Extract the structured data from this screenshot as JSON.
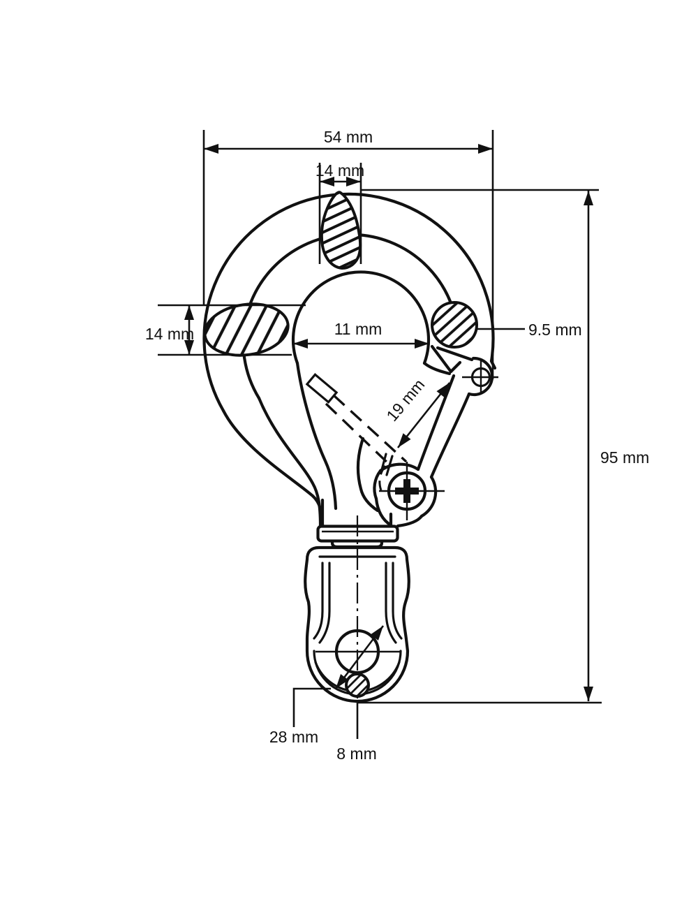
{
  "diagram": {
    "type": "technical-drawing",
    "subject": "Safety snap hook with spring latch, dimensioned orthographic view with hatched cross-sections",
    "units": "mm",
    "line_color": "#111111",
    "background_color": "#ffffff",
    "hatched_sections": [
      "top-body-cross-section",
      "left-body-cross-section",
      "tip-cross-section",
      "eye-bar-cross-section"
    ],
    "dimensions": {
      "overall_width": {
        "label": "54 mm",
        "value": 54,
        "orientation": "horizontal"
      },
      "top_section_width": {
        "label": "14 mm",
        "value": 14,
        "orientation": "horizontal"
      },
      "left_section_height": {
        "label": "14 mm",
        "value": 14,
        "orientation": "vertical"
      },
      "throat_opening": {
        "label": "11 mm",
        "value": 11,
        "orientation": "horizontal"
      },
      "tip_diameter": {
        "label": "9.5 mm",
        "value": 9.5,
        "orientation": "leader"
      },
      "latch_length": {
        "label": "19 mm",
        "value": 19,
        "orientation": "diagonal"
      },
      "overall_height": {
        "label": "95 mm",
        "value": 95,
        "orientation": "vertical"
      },
      "eye_outer_diameter": {
        "label": "28 mm",
        "value": 28,
        "orientation": "leader"
      },
      "eye_bar_diameter": {
        "label": "8 mm",
        "value": 8,
        "orientation": "leader"
      }
    }
  }
}
